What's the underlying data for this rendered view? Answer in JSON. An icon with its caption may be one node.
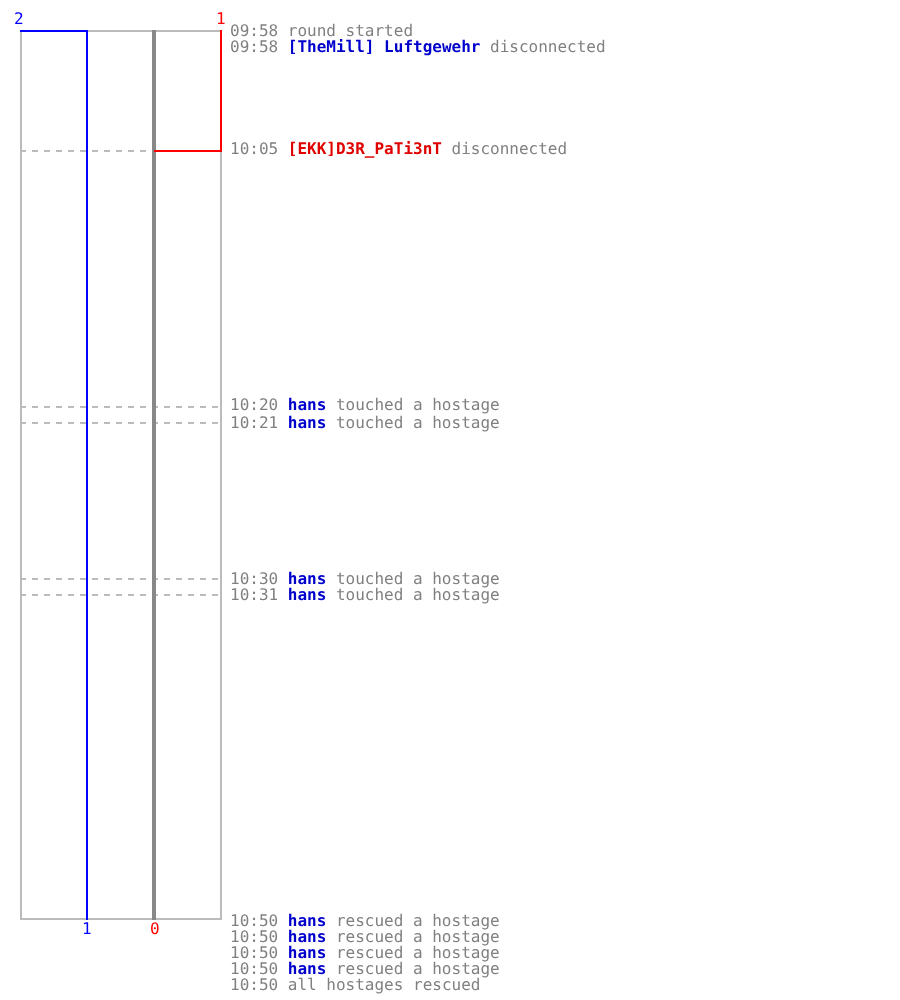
{
  "diagram": {
    "labels": [
      "2",
      "1",
      "09:58",
      "round started",
      "09:58",
      "[TheMill] Luftgewehr",
      "disconnected",
      "10:05",
      "[EKK]D3R_PaTi3nT",
      "disconnected",
      "10:20",
      "hans",
      "touched a hostage",
      "10:21",
      "hans",
      "touched a hostage",
      "10:30",
      "hans",
      "touched a hostage",
      "10:31",
      "hans",
      "touched a hostage",
      "10:50",
      "hans",
      "rescued a hostage",
      "10:50",
      "hans",
      "rescued a hostage",
      "10:50",
      "hans",
      "rescued a hostage",
      "10:50",
      "hans",
      "rescued a hostage",
      "10:50",
      "all hostages rescued",
      "1",
      "0"
    ]
  }
}
